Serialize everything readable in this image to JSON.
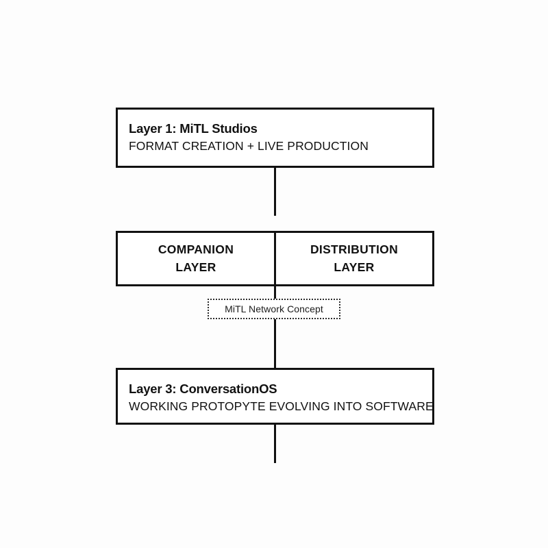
{
  "diagram": {
    "background_color": "#fdfdfd",
    "line_color": "#111111",
    "nodes": [
      {
        "id": "layer-1",
        "title": "Layer 1: MiTL Studios",
        "subtitle": "FORMAT CREATION + LIVE PRODUCTION"
      },
      {
        "id": "layer-2-split",
        "left_cell": "COMPANION LAYER",
        "left_cell_line1": "COMPANION",
        "left_cell_line2": "LAYER",
        "right_cell": "DISTRIBUTION LAYER",
        "right_cell_line1": "DISTRIBUTION",
        "right_cell_line2": "LAYER"
      },
      {
        "id": "layer-3",
        "title": "Layer 3: ConversationOS",
        "subtitle": "WORKING PROTOPYTE EVOLVING INTO SOFTWARE"
      }
    ],
    "annotation": {
      "label": "MiTL Network Concept",
      "style": "dotted-border"
    },
    "connectors": [
      {
        "id": "layer1-to-layer2",
        "from": "layer-1",
        "to": "layer-2-split"
      },
      {
        "id": "layer2-to-layer3",
        "from": "layer-2-split",
        "to": "layer-3"
      },
      {
        "id": "layer3-outflow",
        "from": "layer-3",
        "to": ""
      }
    ]
  }
}
